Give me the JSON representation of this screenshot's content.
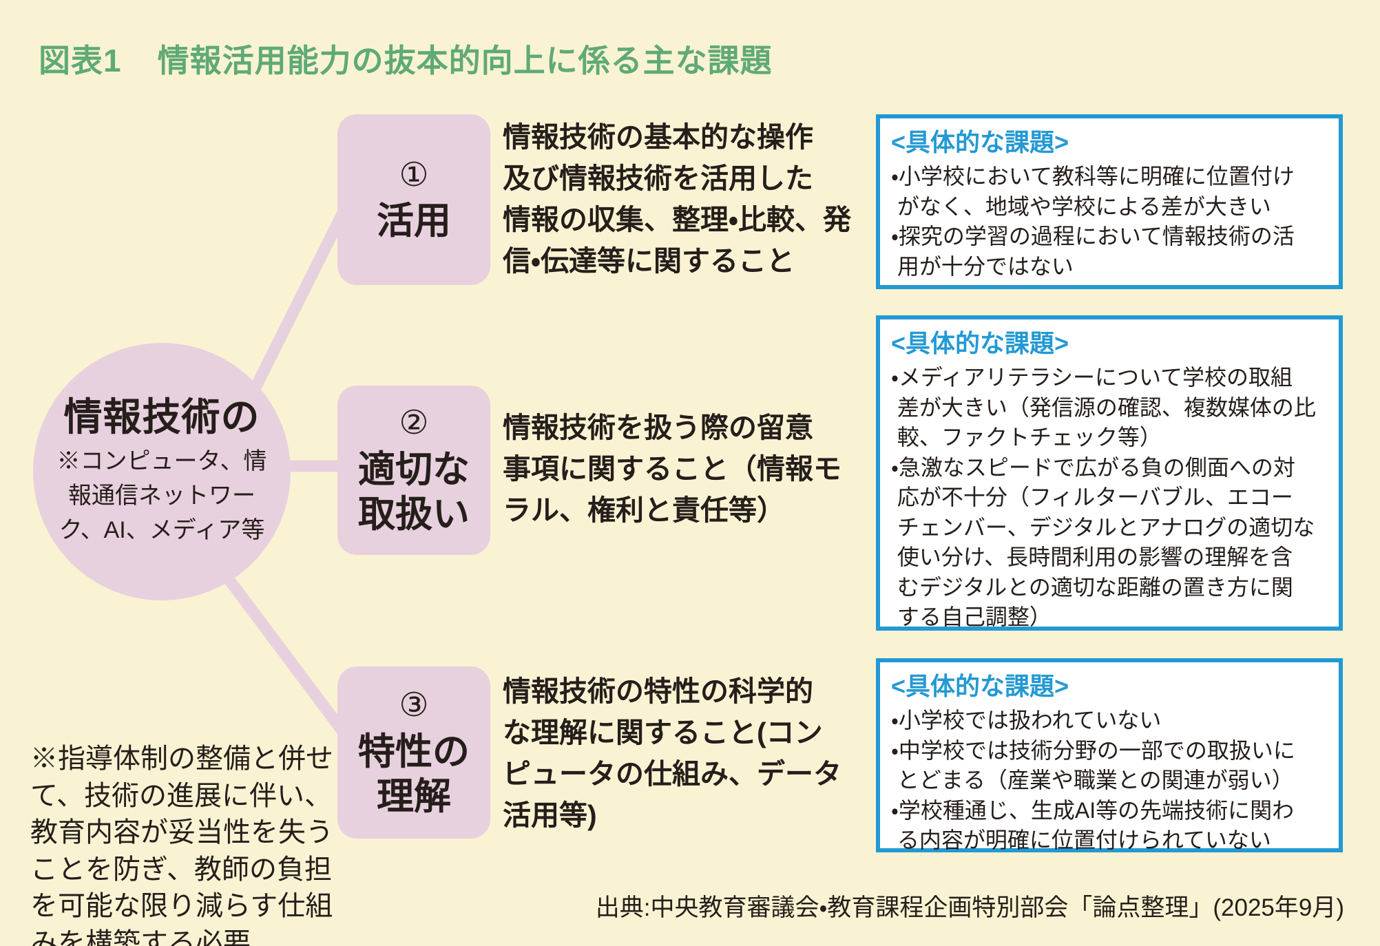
{
  "title": {
    "label": "図表1",
    "text": "情報活用能力の抜本的向上に係る主な課題"
  },
  "center": {
    "main": "情報技術の",
    "note": "※コンピュータ、情\n報通信ネットワー\nク、AI、メディア等"
  },
  "rows": [
    {
      "num": "①",
      "label": "活用",
      "desc": "情報技術の基本的な操作\n及び情報技術を活用した\n情報の収集、整理・比較、発\n信・伝達等に関すること",
      "issues_heading": "<具体的な課題>",
      "issues_body": "・小学校において教科等に明確に位置付け\n がなく、地域や学校による差が大きい\n・探究の学習の過程において情報技術の活\n 用が十分ではない"
    },
    {
      "num": "②",
      "label": "適切な\n取扱い",
      "desc": "情報技術を扱う際の留意\n事項に関すること（情報モ\nラル、権利と責任等）",
      "issues_heading": "<具体的な課題>",
      "issues_body": "・メディアリテラシーについて学校の取組\n 差が大きい（発信源の確認、複数媒体の比\n 較、ファクトチェック等）\n・急激なスピードで広がる負の側面への対\n 応が不十分（フィルターバブル、エコー\n チェンバー、デジタルとアナログの適切な\n 使い分け、長時間利用の影響の理解を含\n むデジタルとの適切な距離の置き方に関\n する自己調整）"
    },
    {
      "num": "③",
      "label": "特性の\n理解",
      "desc": "情報技術の特性の科学的\nな理解に関すること(コン\nピュータの仕組み、データ\n活用等)",
      "issues_heading": "<具体的な課題>",
      "issues_body": "・小学校では扱われていない\n・中学校では技術分野の一部での取扱いに\n とどまる（産業や職業との関連が弱い）\n・学校種通じ、生成AI等の先端技術に関わ\n る内容が明確に位置付けられていない"
    }
  ],
  "footnote": "※指導体制の整備と併せ\nて、技術の進展に伴い、\n教育内容が妥当性を失う\nことを防ぎ、教師の負担\nを可能な限り減らす仕組\nみを構築する必要",
  "source": "出典:中央教育審議会・教育課程企画特別部会「論点整理」(2025年9月)",
  "colors": {
    "background": "#faf3d3",
    "pink": "#e8d1de",
    "title_green": "#5faa76",
    "issue_blue": "#2399d4",
    "text": "#251e1b",
    "issue_box_bg": "#ffffff"
  }
}
